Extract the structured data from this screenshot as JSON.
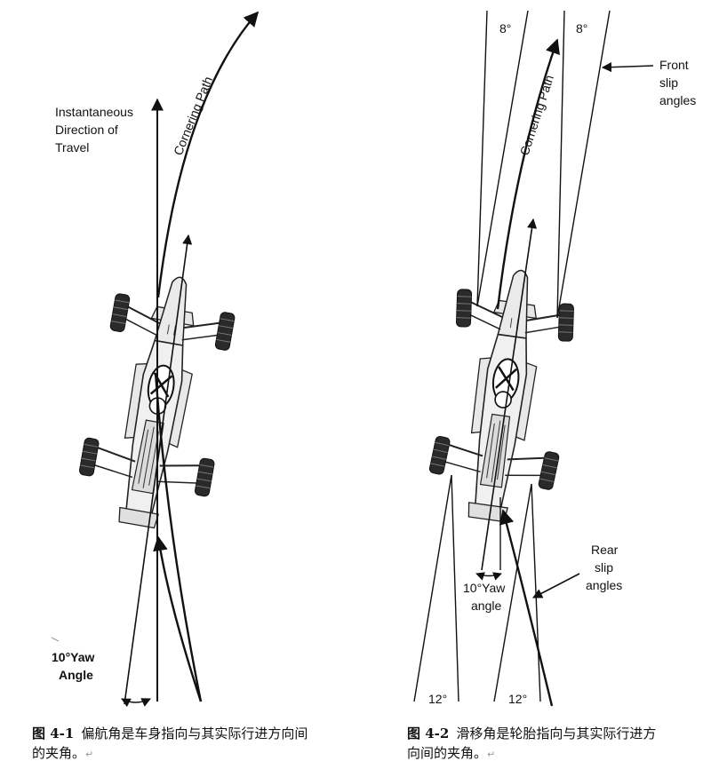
{
  "figure1": {
    "labels": {
      "direction": [
        "Instantaneous",
        "Direction of",
        "Travel"
      ],
      "cornering_path": "Cornering Path",
      "yaw": [
        "10°Yaw",
        "Angle"
      ]
    },
    "caption": {
      "number": "图 4-1",
      "line1": "偏航角是车身指向与其实际行进方向间",
      "line2": "的夹角。",
      "mark": "↵"
    }
  },
  "figure2": {
    "labels": {
      "front_angle_left": "8°",
      "front_angle_right": "8°",
      "cornering_path": "Cornering Path",
      "front_slip": [
        "Front",
        "slip",
        "angles"
      ],
      "rear_slip": [
        "Rear",
        "slip",
        "angles"
      ],
      "yaw": [
        "10°Yaw",
        "angle"
      ],
      "rear_angle_left": "12°",
      "rear_angle_right": "12°"
    },
    "caption": {
      "number": "图 4-2",
      "line1": "滑移角是轮胎指向与其实际行进方",
      "line2": "向间的夹角。",
      "mark": "↵"
    }
  }
}
